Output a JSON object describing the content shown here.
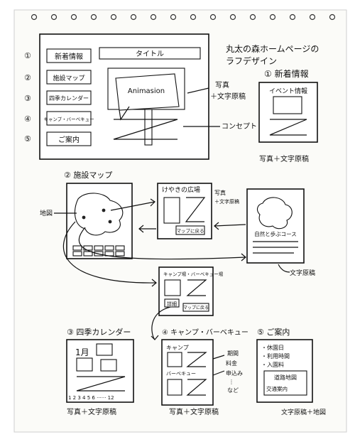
{
  "title": {
    "line1": "丸太の森ホームページの",
    "line2": "ラフデザイン"
  },
  "top": {
    "menu_numbers": [
      "①",
      "②",
      "③",
      "④",
      "⑤"
    ],
    "menu_labels": [
      "新着情報",
      "施設マップ",
      "四季カレンダー",
      "キャンプ・バーベキュー",
      "ご案内"
    ],
    "title_bar": "タイトル",
    "animation": "Animasion",
    "photo_label_1": "写真",
    "photo_label_2": "＋文字原稿",
    "concept_label": "コンセプト"
  },
  "news": {
    "heading": "① 新着情報",
    "box_title": "イベント情報",
    "caption": "写真＋文字原稿"
  },
  "facility": {
    "heading": "② 施設マップ",
    "map_label": "地図",
    "keyaki_title": "けやきの広場",
    "keyaki_note_1": "写真",
    "keyaki_note_2": "＋文字原稿",
    "map_button_1": "マップに戻る",
    "course_title": "自然と歩ぶコース",
    "course_caption": "文字原稿",
    "camp_title": "キャンプ場・バーベキュー場",
    "detail_button": "詳細",
    "map_button_2": "マップに戻る"
  },
  "seasons": {
    "heading": "③ 四季カレンダー",
    "month": "1月",
    "days": "1 2 3 4 5 6 ······ 12",
    "caption": "写真＋文字原稿"
  },
  "camp": {
    "heading": "④ キャンプ・バーベキュー",
    "label_camp": "キャンプ",
    "label_bbq": "バーベキュー",
    "notes": [
      "期間",
      "料金",
      "申込み",
      "⋮",
      "など"
    ],
    "caption": "写真＋文字原稿"
  },
  "guide": {
    "heading": "⑤ ご案内",
    "items": [
      "・休園日",
      "・利用時間",
      "・入園料"
    ],
    "map_box": "道路地図",
    "traffic": "交通案内",
    "caption": "文字原稿＋地図"
  }
}
